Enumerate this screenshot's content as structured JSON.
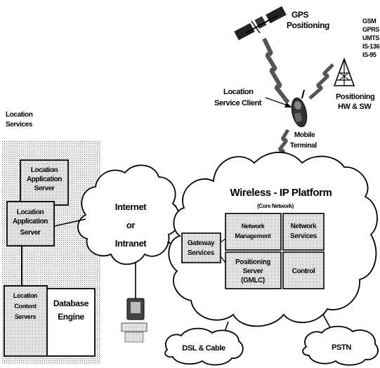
{
  "labels": {
    "gps_line1": "GPS",
    "gps_line2": "Positioning",
    "radio_gsm": "GSM",
    "radio_gprs": "GPRS",
    "radio_umts": "UMTS",
    "radio_is136": "IS-136",
    "radio_is95": "IS-95",
    "lsc_line1": "Location",
    "lsc_line2": "Service Client",
    "pos_hw_line1": "Positioning",
    "pos_hw_line2": "HW & SW",
    "mobile_line1": "Mobile",
    "mobile_line2": "Terminal",
    "ls_line1": "Location",
    "ls_line2": "Services",
    "las_back_line1": "Location",
    "las_back_line2": "Application",
    "las_back_line3": "Server",
    "las_front_line1": "Location",
    "las_front_line2": "Application",
    "las_front_line3": "Server",
    "lcs_line1": "Location",
    "lcs_line2": "Content",
    "lcs_line3": "Servers",
    "db_line1": "Database",
    "db_line2": "Engine",
    "internet_line1": "Internet",
    "internet_line2": "or",
    "internet_line3": "Intranet",
    "wip_title": "Wireless - IP Platform",
    "wip_subtitle": "(Core Network)",
    "netmgmt_line1": "Network",
    "netmgmt_line2": "Management",
    "netsvc_line1": "Network",
    "netsvc_line2": "Services",
    "gw_line1": "Gateway",
    "gw_line2": "Services",
    "possrv_line1": "Positioning",
    "possrv_line2": "Server",
    "possrv_line3": "(GMLC)",
    "control": "Control",
    "dsl": "DSL & Cable",
    "pstn": "PSTN"
  }
}
